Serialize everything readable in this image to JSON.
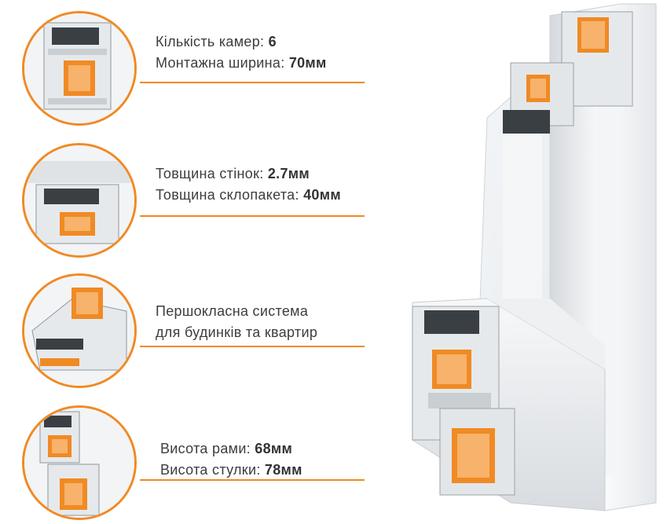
{
  "specs": [
    {
      "line1_label": "Кількість камер: ",
      "line1_value": "6",
      "line2_label": "Монтажна ширина: ",
      "line2_value": "70мм"
    },
    {
      "line1_label": "Товщина стінок: ",
      "line1_value": "2.7мм",
      "line2_label": "Товщина склопакета: ",
      "line2_value": "40мм"
    },
    {
      "line1_label": "Першокласна система",
      "line1_value": "",
      "line2_label": "для будинків та квартир",
      "line2_value": ""
    },
    {
      "line1_label": "Висота рами: ",
      "line1_value": "68мм",
      "line2_label": "Висота стулки: ",
      "line2_value": "78мм"
    }
  ],
  "colors": {
    "accent": "#f08a24",
    "text": "#3d3d3d",
    "pvc": "#e9ecef",
    "pvc_shadow": "#aeb4ba",
    "gasket": "#3a3f44",
    "steel": "#f08a24"
  },
  "icons": [
    "profile-section-chambers-icon",
    "profile-section-glass-icon",
    "profile-section-sash-icon",
    "profile-section-frame-icon",
    "window-corner-section-image"
  ]
}
